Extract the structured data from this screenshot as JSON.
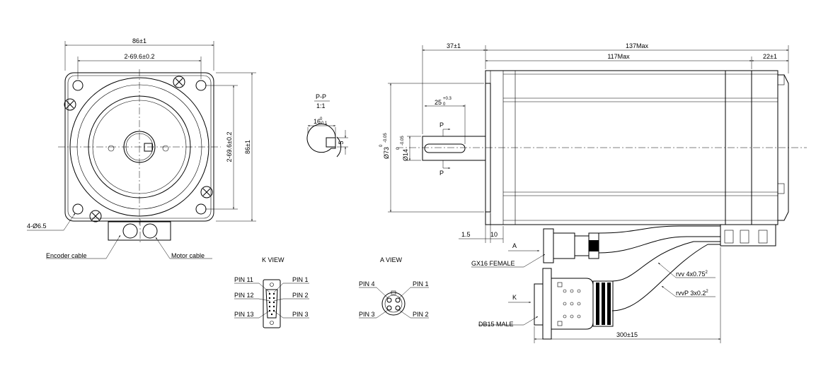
{
  "front_view": {
    "width_dim": "86±1",
    "hole_spacing_h": "2-69.6±0.2",
    "hole_spacing_v": "2-69.6±0.2",
    "height_dim": "86±1",
    "mount_holes": "4-Ø6.5",
    "encoder_cable": "Encoder cable",
    "motor_cable": "Motor cable"
  },
  "section_view": {
    "title": "P-P",
    "scale": "1:1",
    "key_depth": "16",
    "key_depth_tol": "-0.1",
    "key_depth_tol_upper": "0",
    "key_width": "5"
  },
  "k_view": {
    "title": "K VIEW",
    "pins": [
      "PIN 11",
      "PIN 12",
      "PIN 13",
      "PIN 1",
      "PIN 2",
      "PIN 3"
    ]
  },
  "a_view": {
    "title": "A VIEW",
    "pins": [
      "PIN 4",
      "PIN 3",
      "PIN 1",
      "PIN 2"
    ]
  },
  "side_view": {
    "shaft_ext": "37±1",
    "total_len": "137Max",
    "body_len": "117Max",
    "rear_len": "22±1",
    "key_len": "25",
    "key_len_tol_upper": "+0.3",
    "key_len_tol_lower": "0",
    "pilot_dia": "Ø73",
    "pilot_tol_upper": "0",
    "pilot_tol_lower": "-0.05",
    "shaft_dia": "Ø14",
    "shaft_tol_upper": "0",
    "shaft_tol_lower": "-0.05",
    "section_mark": "P",
    "flange_thk": "1.5",
    "flange_len": "10",
    "marker_a": "A",
    "marker_k": "K",
    "gx16": "GX16 FEMALE",
    "db15": "DB15 MALE",
    "cable1": "rvv 4x0.75",
    "cable1_sup": "2",
    "cable2": "rvvP 3x0.2",
    "cable2_sup": "2",
    "cable_len": "300±15"
  }
}
